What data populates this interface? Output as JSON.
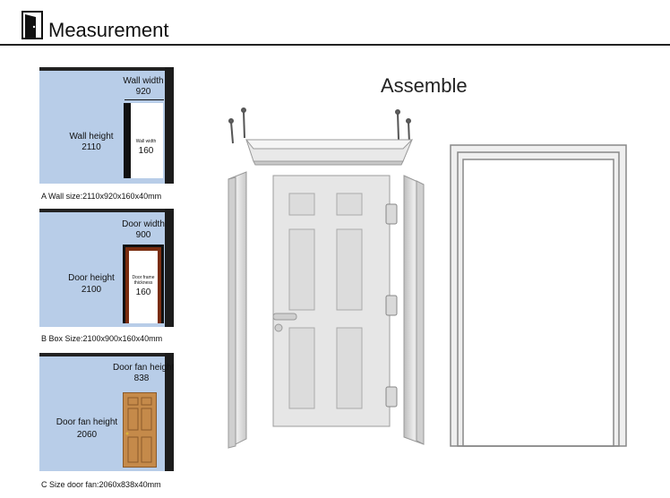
{
  "header": {
    "title": "Measurement",
    "icon": "door-icon"
  },
  "assemble": {
    "title": "Assemble"
  },
  "panels": [
    {
      "top_label": "Wall width",
      "top_value": "920",
      "side_label": "Wall height",
      "side_value": "2110",
      "inner_label": "Wall width",
      "inner_value": "160",
      "caption": "A Wall size:2110x920x160x40mm"
    },
    {
      "top_label": "Door width",
      "top_value": "900",
      "side_label": "Door height",
      "side_value": "2100",
      "inner_label": "Door frame thickness",
      "inner_value": "160",
      "caption": "B Box Size:2100x900x160x40mm"
    },
    {
      "top_label": "Door fan height",
      "top_value": "838",
      "side_label": "Door fan height",
      "side_value": "2060",
      "caption": "C Size door fan:2060x838x40mm"
    }
  ],
  "colors": {
    "wall": "#b8cde8",
    "frame": "#222222",
    "door_wood": "#c58a4a",
    "door_white": "#f2f2f2",
    "door_grey": "#e6e6e6",
    "jamb": "#d8d8d8"
  }
}
